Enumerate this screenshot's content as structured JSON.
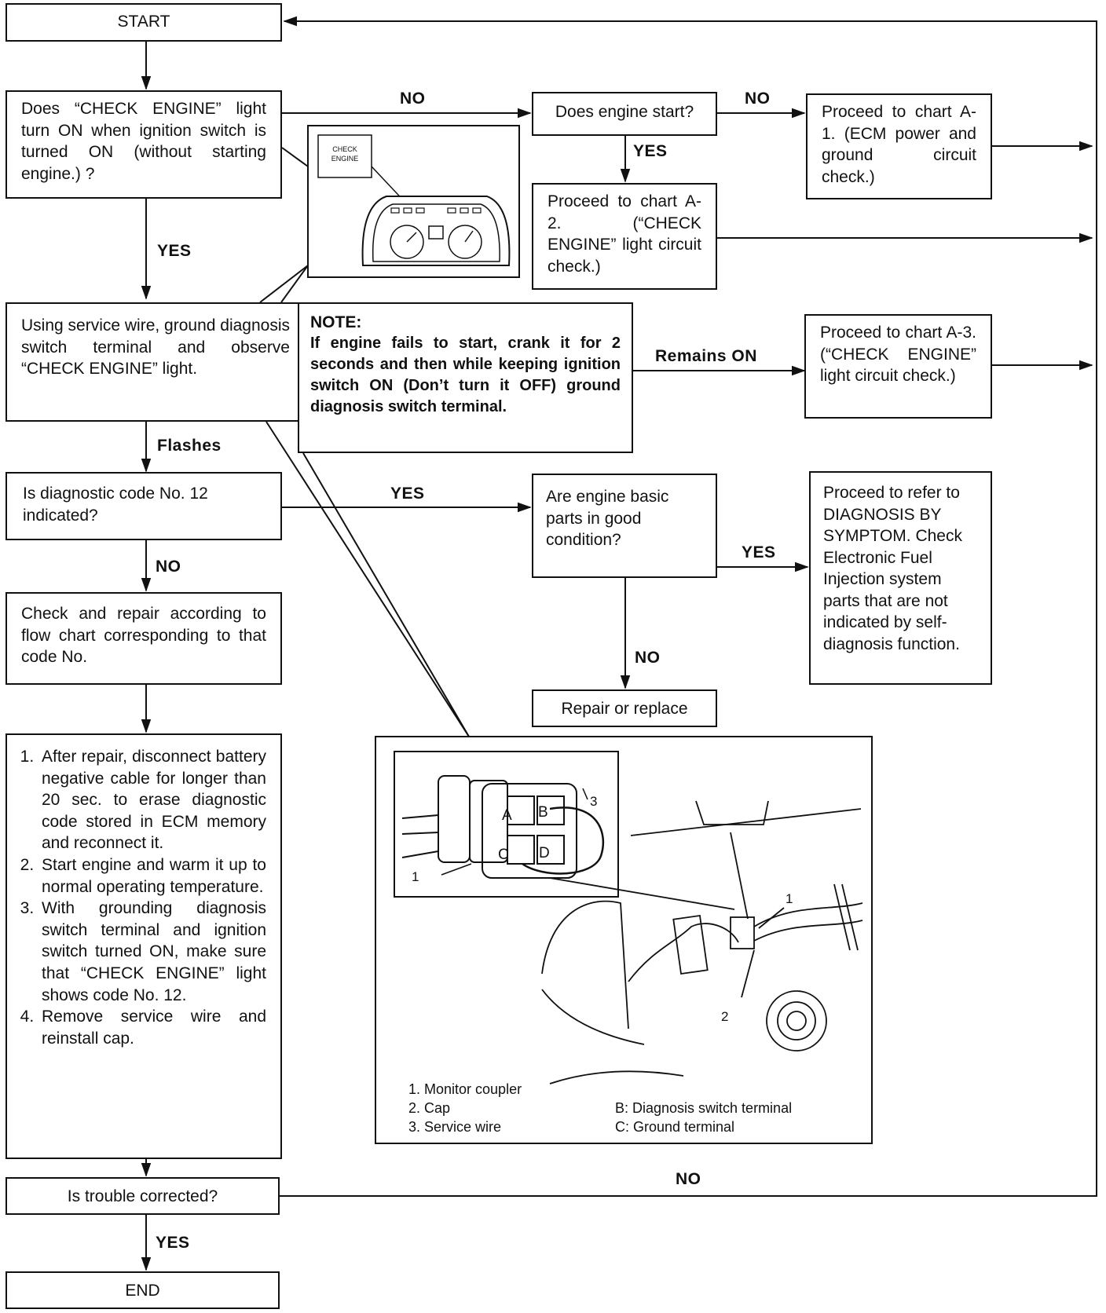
{
  "flow": {
    "start": "START",
    "q_check_engine": "Does “CHECK ENGINE” light turn ON when ignition switch is turned ON (without starting engine.) ?",
    "q_engine_start": "Does engine start?",
    "chart_a1": "Proceed to chart A-1. (ECM power and ground circuit check.)",
    "chart_a2": "Proceed to chart A-2. (“CHECK ENGINE” light circuit check.)",
    "using_service_wire": "Using service wire, ground diagnosis switch terminal and observe “CHECK ENGINE” light.",
    "note_title": "NOTE:",
    "note_body": "If engine fails to start, crank it for 2 seconds and then while keeping ignition switch ON (Don’t turn it OFF) ground diagnosis switch terminal.",
    "chart_a3": "Proceed to chart A-3. (“CHECK ENGINE” light circuit check.)",
    "q_code12": "Is diagnostic code No. 12 indicated?",
    "q_basic_parts": "Are engine basic parts in good condition?",
    "diag_symptom": "Proceed to refer to DIAGNOSIS BY SYMPTOM. Check Electronic Fuel Injection system parts that are not indicated by self-diagnosis function.",
    "check_repair": "Check and repair according to flow chart corresponding to that code No.",
    "repair_replace": "Repair or replace",
    "steps": [
      "After repair, disconnect battery negative cable for longer than 20 sec. to erase diagnostic code stored in ECM memory and reconnect it.",
      "Start engine and warm it up to normal operating temperature.",
      "With grounding diagnosis switch terminal and ignition switch turned ON, make sure that “CHECK ENGINE” light shows code No. 12.",
      "Remove service wire and reinstall cap."
    ],
    "q_corrected": "Is trouble corrected?",
    "end": "END"
  },
  "labels": {
    "no": "NO",
    "yes": "YES",
    "remains_on": "Remains ON",
    "flashes": "Flashes"
  },
  "illustration_top": {
    "lamp_text": "CHECK ENGINE"
  },
  "illustration_bottom": {
    "terminal_a": "A",
    "terminal_b": "B",
    "terminal_c": "C",
    "terminal_d": "D",
    "callout_1": "1",
    "callout_2": "2",
    "callout_3": "3",
    "legend_left": [
      "1.  Monitor coupler",
      "2.  Cap",
      "3.  Service wire"
    ],
    "legend_right": [
      "B:  Diagnosis switch terminal",
      "C:  Ground terminal"
    ]
  }
}
